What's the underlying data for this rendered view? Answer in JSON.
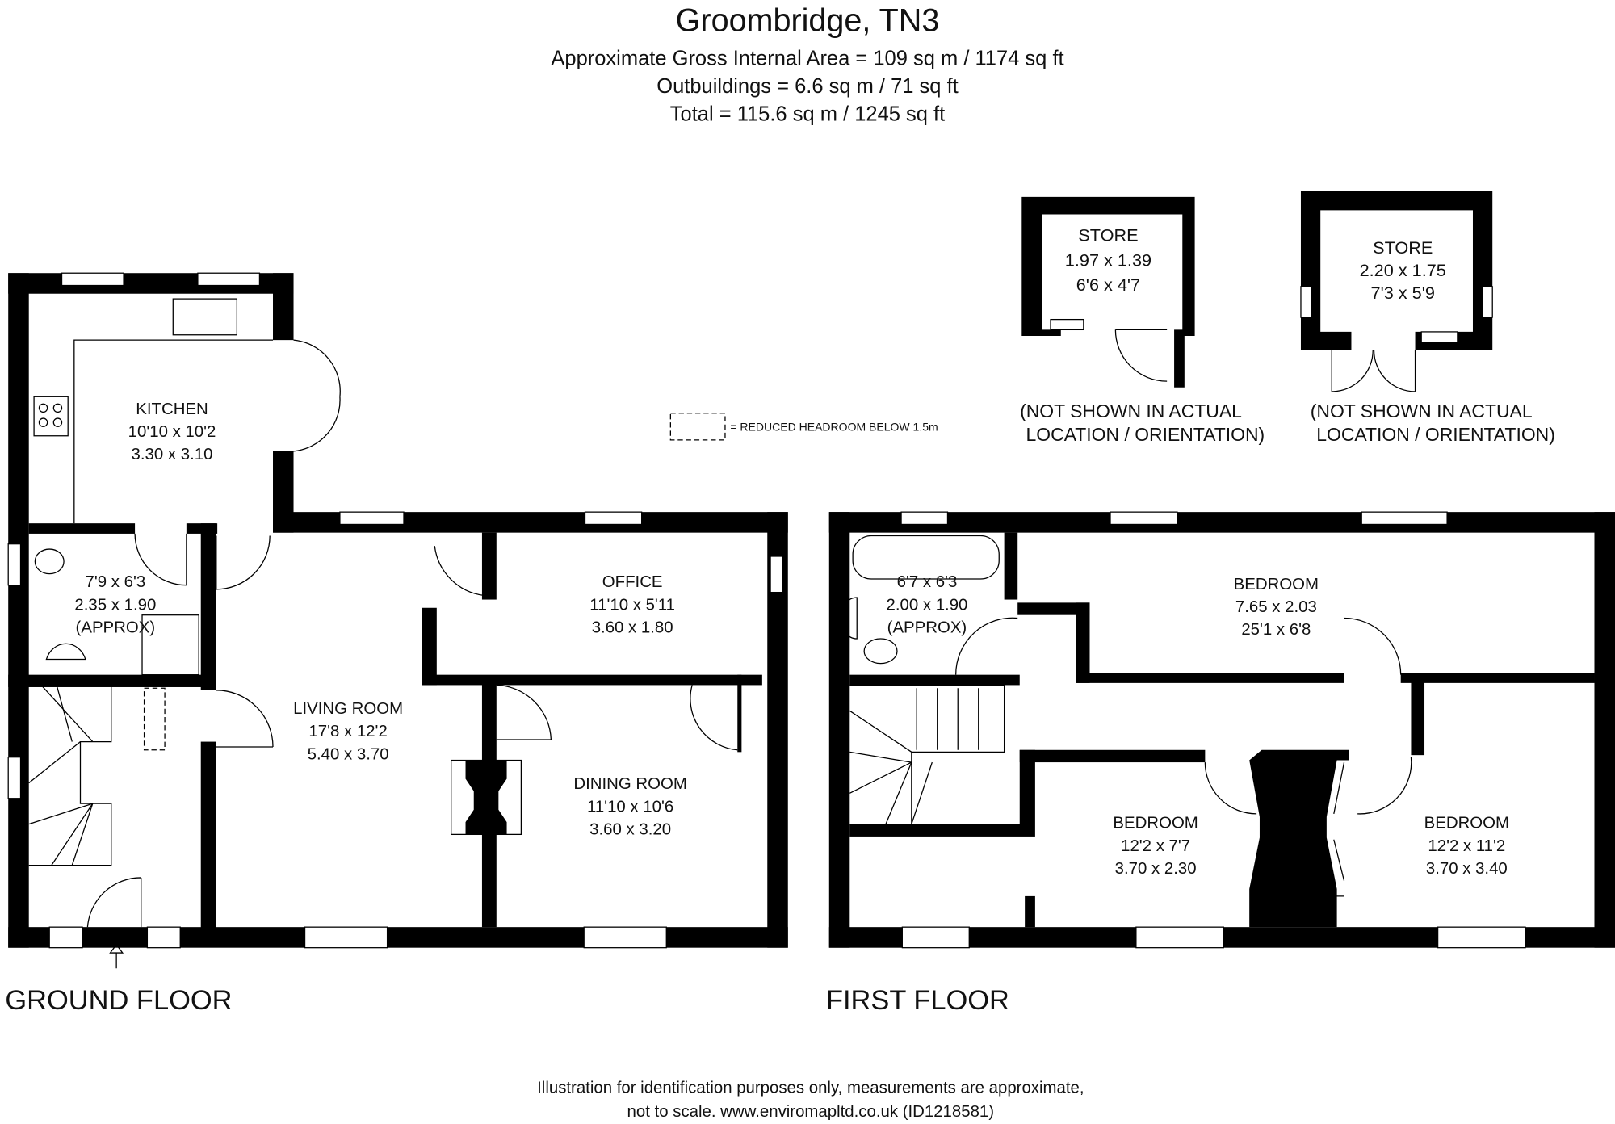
{
  "header": {
    "title": "Groombridge, TN3",
    "gross_area": "Approximate Gross Internal Area = 109 sq m / 1174 sq ft",
    "outbuildings": "Outbuildings = 6.6 sq m / 71 sq ft",
    "total": "Total = 115.6 sq m / 1245 sq ft"
  },
  "legend": {
    "reduced_headroom": "= REDUCED HEADROOM BELOW 1.5m"
  },
  "outbuildings": [
    {
      "name": "STORE",
      "metric": "1.97 x 1.39",
      "imperial": "6'6 x 4'7",
      "note1": "(NOT SHOWN IN ACTUAL",
      "note2": "LOCATION / ORIENTATION)"
    },
    {
      "name": "STORE",
      "metric": "2.20 x 1.75",
      "imperial": "7'3 x 5'9",
      "note1": "(NOT SHOWN IN ACTUAL",
      "note2": "LOCATION / ORIENTATION)"
    }
  ],
  "ground_floor": {
    "label": "GROUND FLOOR",
    "rooms": {
      "kitchen": {
        "name": "KITCHEN",
        "imperial": "10'10 x 10'2",
        "metric": "3.30 x 3.10"
      },
      "shower": {
        "imperial": "7'9 x 6'3",
        "metric": "2.35 x 1.90",
        "note": "(APPROX)"
      },
      "office": {
        "name": "OFFICE",
        "imperial": "11'10 x 5'11",
        "metric": "3.60 x 1.80"
      },
      "living": {
        "name": "LIVING ROOM",
        "imperial": "17'8 x 12'2",
        "metric": "5.40 x 3.70"
      },
      "dining": {
        "name": "DINING ROOM",
        "imperial": "11'10 x 10'6",
        "metric": "3.60 x 3.20"
      }
    }
  },
  "first_floor": {
    "label": "FIRST FLOOR",
    "rooms": {
      "bathroom": {
        "imperial": "6'7 x 6'3",
        "metric": "2.00 x 1.90",
        "note": "(APPROX)"
      },
      "bedroom1": {
        "name": "BEDROOM",
        "metric": "7.65 x 2.03",
        "imperial": "25'1 x 6'8"
      },
      "bedroom2": {
        "name": "BEDROOM",
        "imperial": "12'2 x 7'7",
        "metric": "3.70 x 2.30"
      },
      "bedroom3": {
        "name": "BEDROOM",
        "imperial": "12'2 x 11'2",
        "metric": "3.70 x 3.40"
      }
    }
  },
  "footer": {
    "line1": "Illustration for identification purposes only, measurements are approximate,",
    "line2": "not to scale. www.enviromapltd.co.uk (ID1218581)"
  }
}
